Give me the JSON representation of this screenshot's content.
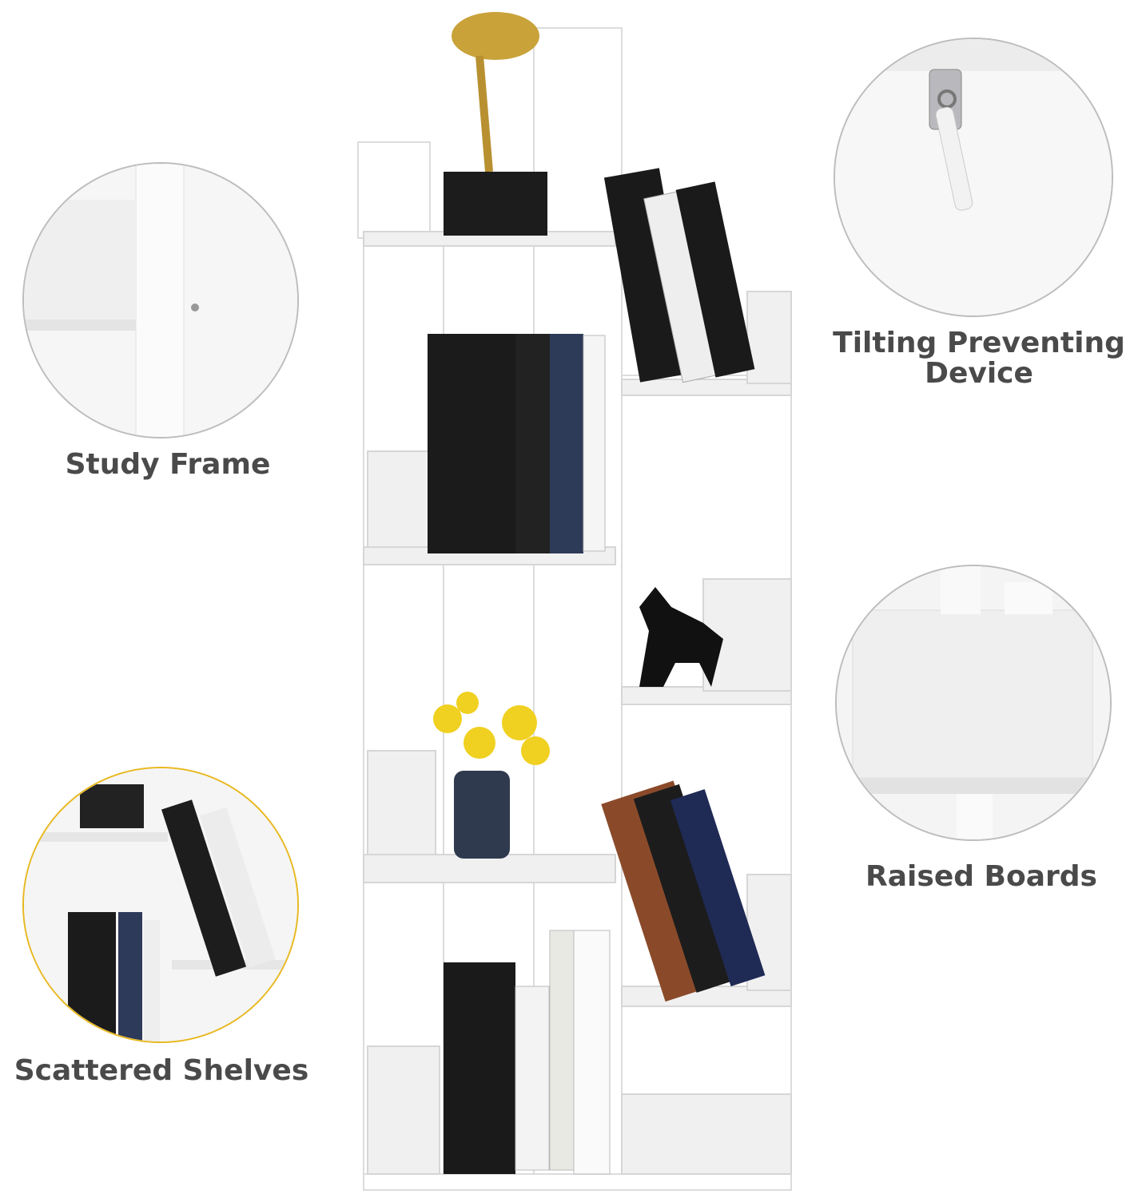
{
  "features": [
    {
      "label": "Study Frame",
      "icon": "screw-frame-closeup"
    },
    {
      "label_line1": "Tilting Preventing",
      "label_line2": "Device",
      "icon": "wall-anchor-closeup"
    },
    {
      "label": "Raised Boards",
      "icon": "raised-board-closeup"
    },
    {
      "label": "Scattered Shelves",
      "icon": "shelves-closeup"
    }
  ],
  "colors": {
    "label": "#4a4a4a",
    "circle_border": "#bdbdbd",
    "accent_arc": "#e8b820",
    "shelf": "#ffffff"
  }
}
